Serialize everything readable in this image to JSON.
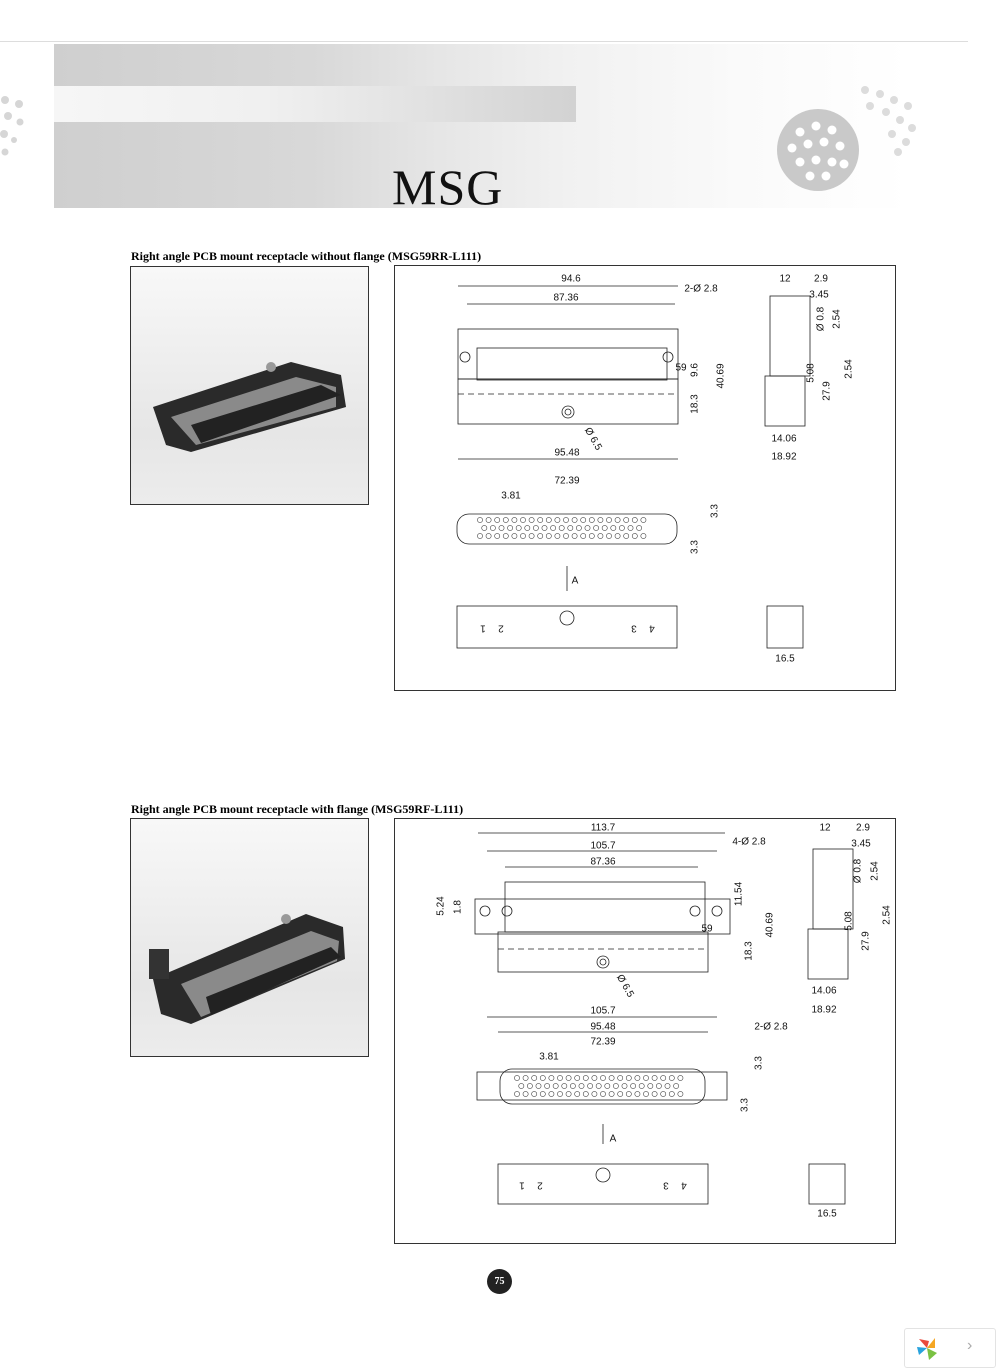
{
  "header": {
    "title": "MSG"
  },
  "sections": [
    {
      "caption": "Right angle PCB mount receptacle without flange (MSG59RR-L111)",
      "dims": [
        "94.6",
        "87.36",
        "2-Ø 2.8",
        "12",
        "2.9",
        "3.45",
        "Ø 0.8",
        "2.54",
        "9.6",
        "40.69",
        "5.08",
        "2.54",
        "27.9",
        "18.3",
        "Ø 6.5",
        "95.48",
        "14.06",
        "18.92",
        "72.39",
        "3.81",
        "3.3",
        "3.3",
        "A",
        "1",
        "2",
        "3",
        "4",
        "16.5",
        "59"
      ]
    },
    {
      "caption": "Right angle PCB mount receptacle with flange (MSG59RF-L111)",
      "dims": [
        "113.7",
        "105.7",
        "87.36",
        "4-Ø 2.8",
        "12",
        "2.9",
        "3.45",
        "Ø 0.8",
        "2.54",
        "5.24",
        "1.8",
        "11.54",
        "40.69",
        "5.08",
        "2.54",
        "27.9",
        "18.3",
        "Ø 6.5",
        "14.06",
        "18.92",
        "105.7",
        "95.48",
        "2-Ø 2.8",
        "72.39",
        "3.81",
        "3.3",
        "3.3",
        "A",
        "1",
        "2",
        "3",
        "4",
        "16.5",
        "59"
      ]
    }
  ],
  "footer": {
    "page_number": "75",
    "next_icon": "chevron-right-icon",
    "logo": "pinwheel-logo"
  }
}
